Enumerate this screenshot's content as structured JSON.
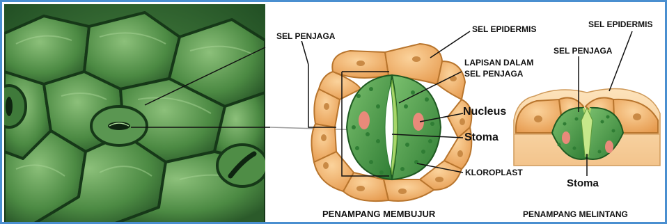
{
  "labels": {
    "micro_guard_cell": "SEL PENJAGA",
    "surface_epidermis": "SEL EPIDERMIS",
    "surface_inner_layer_1": "LAPISAN DALAM",
    "surface_inner_layer_2": "SEL PENJAGA",
    "surface_nucleus": "Nucleus",
    "surface_stoma": "Stoma",
    "surface_chloroplast": "KLOROPLAST",
    "surface_caption": "PENAMPANG MEMBUJUR",
    "cross_epidermis": "SEL EPIDERMIS",
    "cross_guard_cell": "SEL PENJAGA",
    "cross_stoma": "Stoma",
    "cross_caption": "PENAMPANG MELINTANG"
  },
  "colors": {
    "frame": "#4a8fd0",
    "micrograph": "#3f7a3a",
    "epidermis_cell": "#f1b06a",
    "guard_cell": "#4c9a4a",
    "nucleus": "#e98a7a",
    "chloroplast": "#2f7d34",
    "leader_line": "#111111"
  }
}
